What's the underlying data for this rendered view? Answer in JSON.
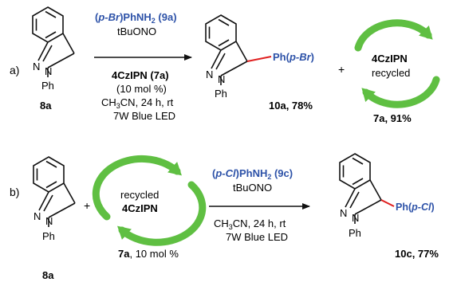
{
  "colors": {
    "text": "#111111",
    "reagent_blue": "#2d52a8",
    "new_bond_red": "#e02020",
    "recycle_green": "#5fbf42"
  },
  "icons": {
    "recycle": "circular-green-arrows-icon",
    "reaction": "right-arrow-icon"
  },
  "row_a": {
    "label": "a)",
    "substrate": {
      "n": "N",
      "ph": "Ph",
      "id": "8a"
    },
    "reagent_line1": {
      "pre": "(",
      "italic": "p-Br",
      "post": ")PhNH",
      "sub": "2",
      "tail": " (9a)"
    },
    "reagent_line2": "tBuONO",
    "cat_line1": "4CzIPN (7a)",
    "cat_line2": "(10 mol %)",
    "cond_line1": {
      "a": "CH",
      "sub": "3",
      "b": "CN, 24 h, rt"
    },
    "cond_line2": "7W Blue LED",
    "product": {
      "n": "N",
      "ph": "Ph",
      "sub_pre": "Ph(",
      "sub_it": "p-Br",
      "sub_post": ")",
      "id": "10a, 78%"
    },
    "plus": "+",
    "recycle_title": "4CzIPN",
    "recycle_sub": "recycled",
    "recycle_id": "7a, 91%"
  },
  "row_b": {
    "label": "b)",
    "substrate": {
      "n": "N",
      "ph": "Ph",
      "id": "8a"
    },
    "plus": "+",
    "recycle_title": "recycled",
    "recycle_sub": "4CzIPN",
    "recycle_id_bold": "7a",
    "recycle_id_rest": ", 10 mol %",
    "reagent_line1": {
      "pre": "(",
      "italic": "p-Cl",
      "post": ")PhNH",
      "sub": "2",
      "tail": " (9c)"
    },
    "reagent_line2": "tBuONO",
    "cond_line1": {
      "a": "CH",
      "sub": "3",
      "b": "CN, 24 h, rt"
    },
    "cond_line2": "7W Blue LED",
    "product": {
      "n": "N",
      "ph": "Ph",
      "sub_pre": "Ph(",
      "sub_it": "p-Cl",
      "sub_post": ")",
      "id": "10c, 77%"
    }
  }
}
